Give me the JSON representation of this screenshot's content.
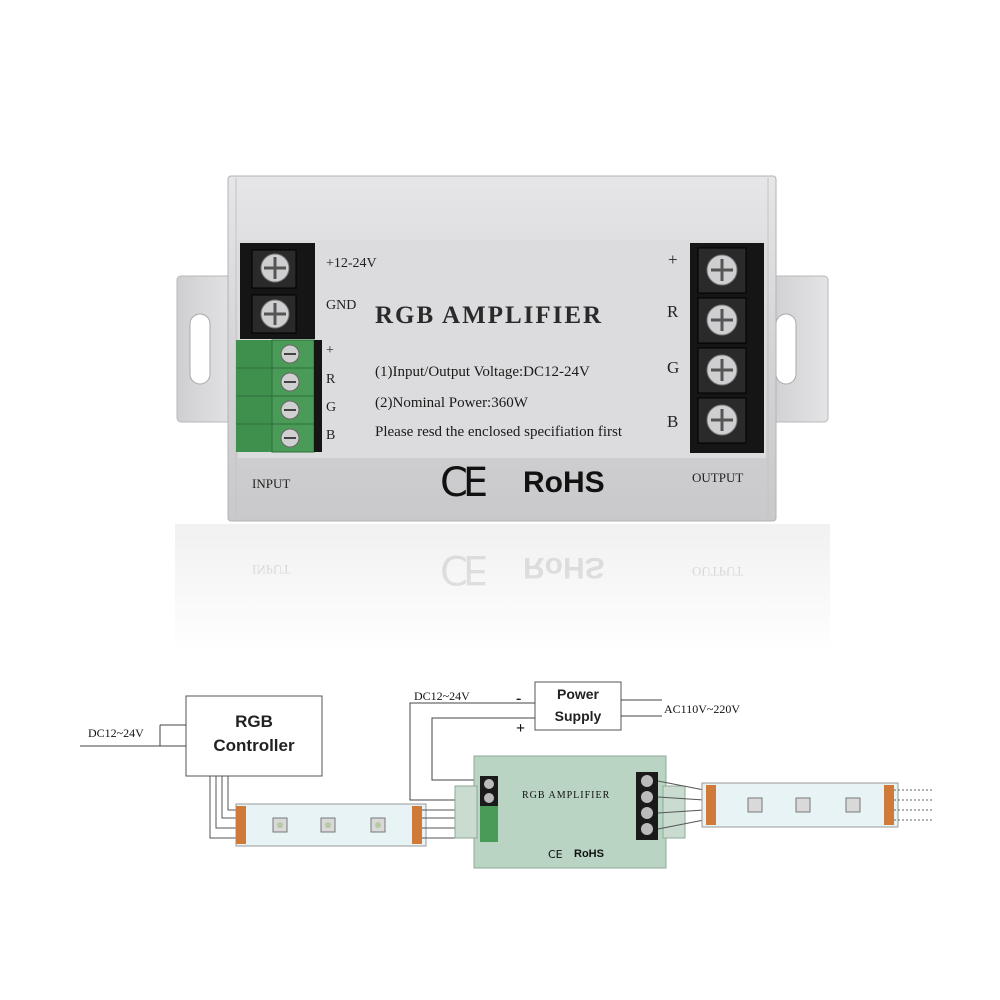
{
  "device": {
    "title": "RGB AMPLIFIER",
    "spec_line_1": "(1)Input/Output Voltage:DC12-24V",
    "spec_line_2": "(2)Nominal Power:360W",
    "spec_line_3": "Please resd the enclosed specifiation first",
    "input_label": "INPUT",
    "output_label": "OUTPUT",
    "input_terminals": [
      "+12-24V",
      "GND"
    ],
    "input_channels": [
      "+",
      "R",
      "G",
      "B"
    ],
    "output_channels": [
      "+",
      "R",
      "G",
      "B"
    ],
    "ce_mark": "CE",
    "rohs_mark": "RoHS"
  },
  "diagram": {
    "rgb_controller": {
      "line1": "RGB",
      "line2": "Controller"
    },
    "power_supply": {
      "line1": "Power",
      "line2": "Supply"
    },
    "controller_input": "DC12~24V",
    "amp_input": "DC12~24V",
    "mains_input": "AC110V~220V",
    "minus": "-",
    "plus": "+",
    "mini_title": "RGB AMPLIFIER",
    "mini_ce": "CE",
    "mini_rohs": "RoHS"
  },
  "colors": {
    "housing": "#d9d9db",
    "terminal_block": "#151515",
    "green_connector": "#4a9b57",
    "diagram_amp": "#b9d4c2"
  }
}
